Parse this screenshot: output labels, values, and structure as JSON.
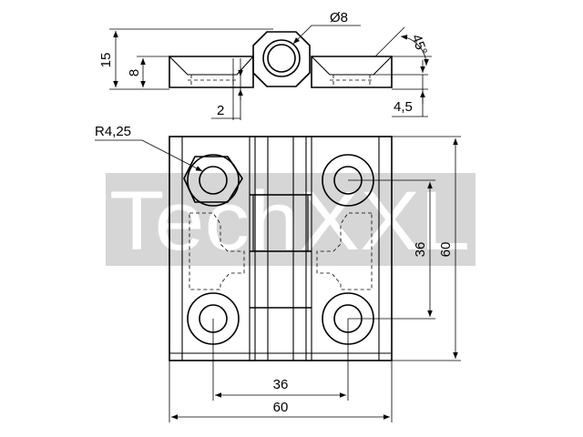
{
  "watermark": {
    "text": "TechXXL",
    "band_color": "#d6d6d6"
  },
  "dimensions": {
    "side_total_height": "15",
    "side_leaf_height": "8",
    "pin_gap": "2",
    "pin_diameter": "Ø8",
    "chamfer_angle": "45°",
    "countersink_depth": "4,5",
    "hole_radius": "R4,25",
    "hole_spacing_vertical": "36",
    "overall_height": "60",
    "hole_spacing_horizontal": "36",
    "overall_width": "60"
  }
}
